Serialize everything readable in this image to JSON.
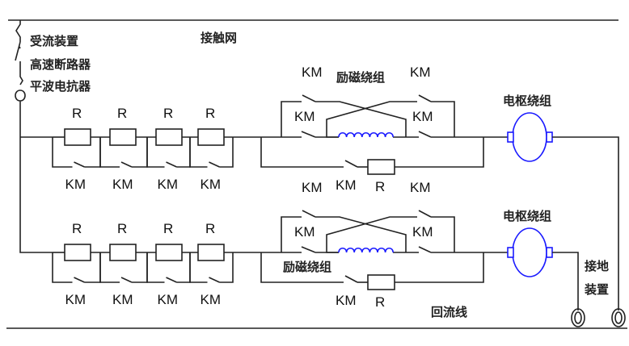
{
  "labels": {
    "catenary": "接触网",
    "pantograph": "受流装置",
    "breaker": "高速断路器",
    "reactor": "平波电抗器",
    "field_winding": "励磁绕组",
    "armature_winding": "电枢绕组",
    "grounding": [
      "接地",
      "装置"
    ],
    "return_line": "回流线",
    "resistor": "R",
    "contactor": "KM"
  },
  "colors": {
    "wire": "#222222",
    "motor": "#1a1aff"
  }
}
